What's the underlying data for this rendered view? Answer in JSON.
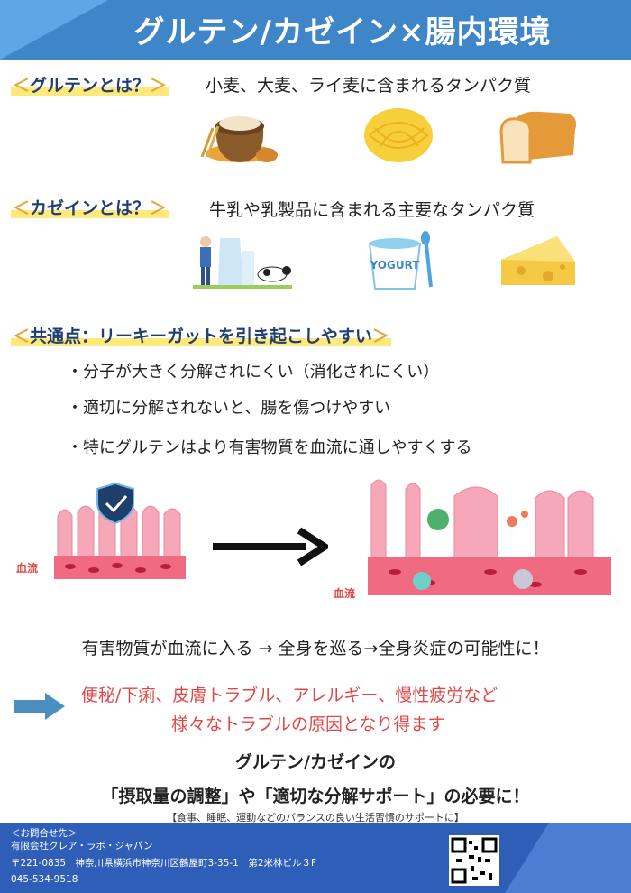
{
  "header": {
    "title": "グルテン/カゼイン×腸内環境"
  },
  "gluten": {
    "label": "グルテンとは？",
    "desc": "小麦、大麦、ライ麦に含まれるタンパク質"
  },
  "casein": {
    "label": "カゼインとは？",
    "desc": "牛乳や乳製品に含まれる主要なタンパク質"
  },
  "common": {
    "label": "共通点：リーキーガットを引き起こしやすい",
    "bullets": [
      "・分子が大きく分解されにくい（消化されにくい）",
      "・適切に分解されないと、腸を傷つけやすい",
      "・特にグルテンはより有害物質を血流に通しやすくする"
    ]
  },
  "diagram": {
    "bloodstream_label": "血流",
    "yogurt_text": "YOGURT"
  },
  "summary": "有害物質が血流に入る → 全身を巡る→全身炎症の可能性に！",
  "troubles": {
    "line1": "便秘/下痢、皮膚トラブル、アレルギー、慢性疲労など",
    "line2": "様々なトラブルの原因となり得ます"
  },
  "need": {
    "line1": "グルテン/カゼインの",
    "line2": "「摂取量の調整」や「適切な分解サポート」の必要に！",
    "note": "【食事、睡眠、運動などのバランスの良い生活習慣のサポートに】"
  },
  "footer": {
    "contact": "＜お問合せ先＞",
    "company": "有限会社クレア・ラボ・ジャパン",
    "address": "〒221-0835　神奈川県横浜市神奈川区鶴屋町3-35-1　第2米林ビル３F",
    "phone": "045-534-9518"
  },
  "colors": {
    "header": "#3f86c9",
    "tag_text": "#1f3e75",
    "highlight": "#ffe97a",
    "warning": "#e04848",
    "footer": "#2e5eb8"
  }
}
